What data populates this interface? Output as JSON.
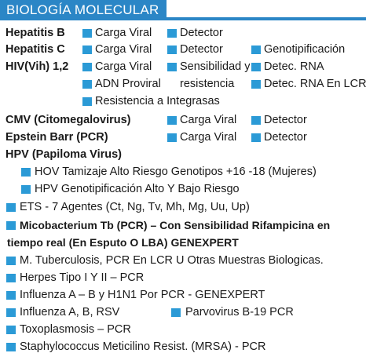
{
  "header": {
    "title": "BIOLOGÍA MOLECULAR",
    "color": "#2b86c6"
  },
  "bullet_color": "#2b9ad6",
  "rows": {
    "hepb": {
      "label": "Hepatitis B",
      "items": [
        "Carga Viral",
        "Detector"
      ]
    },
    "hepc": {
      "label": "Hepatitis C",
      "items": [
        "Carga Viral",
        "Detector",
        "Genotipificación"
      ]
    },
    "hiv": {
      "label": "HIV(Vih) 1,2",
      "items": [
        "Carga Viral",
        "Sensibilidad y",
        "Detec. RNA",
        "ADN Proviral",
        "resistencia",
        "Detec. RNA En LCR",
        "Resistencia a Integrasas"
      ]
    },
    "cmv": {
      "label": "CMV (Citomegalovirus)",
      "items": [
        "Carga Viral",
        "Detector"
      ]
    },
    "ebv": {
      "label": "Epstein Barr (PCR)",
      "items": [
        "Carga Viral",
        "Detector"
      ]
    },
    "hpv": {
      "label": "HPV (Papiloma Virus)",
      "items": [
        "HOV Tamizaje Alto Riesgo Genotipos +16 -18 (Mujeres)",
        "HPV Genotipificación Alto Y Bajo Riesgo"
      ]
    }
  },
  "list": [
    "ETS - 7 Agentes (Ct, Ng, Tv, Mh, Mg, Uu, Up)",
    "Micobacterium Tb (PCR) – Con Sensibilidad Rifampicina en",
    "tiempo real (En Esputo O LBA) GENEXPERT",
    "M. Tuberculosis, PCR En LCR U Otras Muestras Biologicas.",
    "Herpes Tipo I Y II – PCR",
    "Influenza A – B y H1N1 Por PCR - GENEXPERT",
    "Influenza A, B, RSV",
    "Parvovirus B-19 PCR",
    "Toxoplasmosis – PCR",
    "Staphylococcus Meticilino Resist. (MRSA) - PCR"
  ]
}
